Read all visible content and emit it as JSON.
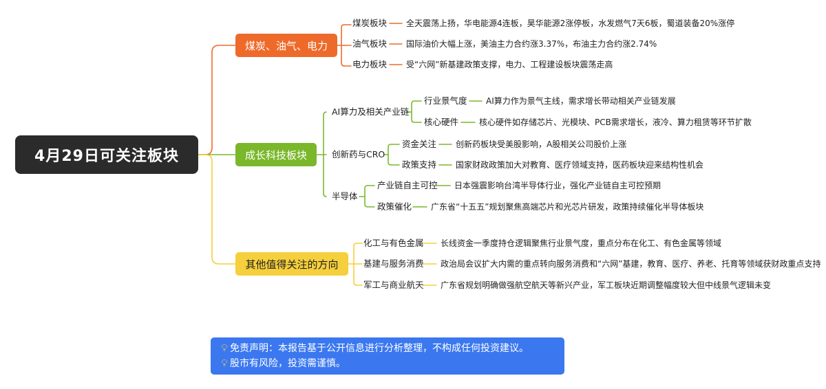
{
  "root": {
    "label": "4月29日可关注板块"
  },
  "branches": [
    {
      "label": "煤炭、油气、电力",
      "color": "#ee6a2b",
      "children": [
        {
          "label": "煤炭板块",
          "detail": "全天震荡上扬，华电能源4连板，昊华能源2涨停板，水发燃气7天6板，蜀道装备20%涨停"
        },
        {
          "label": "油气板块",
          "detail": "国际油价大幅上涨，美油主力合约涨3.37%，布油主力合约涨2.74%"
        },
        {
          "label": "电力板块",
          "detail": "受“六网”新基建政策支撑，电力、工程建设板块震荡走高"
        }
      ]
    },
    {
      "label": "成长科技板块",
      "color": "#7ab72b",
      "children": [
        {
          "label": "AI算力及相关产业链",
          "children": [
            {
              "label": "行业景气度",
              "detail": "AI算力作为景气主线，需求增长带动相关产业链发展"
            },
            {
              "label": "核心硬件",
              "detail": "核心硬件如存储芯片、光模块、PCB需求增长，液冷、算力租赁等环节扩散"
            }
          ]
        },
        {
          "label": "创新药与CRO",
          "children": [
            {
              "label": "资金关注",
              "detail": "创新药板块受美股影响，A股相关公司股价上涨"
            },
            {
              "label": "政策支持",
              "detail": "国家财政政策加大对教育、医疗领域支持，医药板块迎来结构性机会"
            }
          ]
        },
        {
          "label": "半导体",
          "children": [
            {
              "label": "产业链自主可控",
              "detail": "日本强震影响台湾半导体行业，强化产业链自主可控预期"
            },
            {
              "label": "政策催化",
              "detail": "广东省“十五五”规划聚焦高端芯片和光芯片研发，政策持续催化半导体板块"
            }
          ]
        }
      ]
    },
    {
      "label": "其他值得关注的方向",
      "color": "#f5cf3c",
      "children": [
        {
          "label": "化工与有色金属",
          "detail": "长线资金一季度持仓逻辑聚焦行业景气度，重点分布在化工、有色金属等领域"
        },
        {
          "label": "基建与服务消费",
          "detail": "政治局会议扩大内需的重点转向服务消费和“六网”基建，教育、医疗、养老、托育等领域获财政重点支持"
        },
        {
          "label": "军工与商业航天",
          "detail": "广东省规划明确做强航空航天等新兴产业，军工板块近期调整幅度较大但中线景气逻辑未变"
        }
      ]
    }
  ],
  "disclaimer": {
    "line1": "免责声明：本报告基于公开信息进行分析整理，不构成任何投资建议。",
    "line2": "股市有风险，投资需谨慎。",
    "icon": "lightbulb-icon"
  },
  "colors": {
    "root": "#2b2b2b",
    "note": "#3b78f0"
  }
}
